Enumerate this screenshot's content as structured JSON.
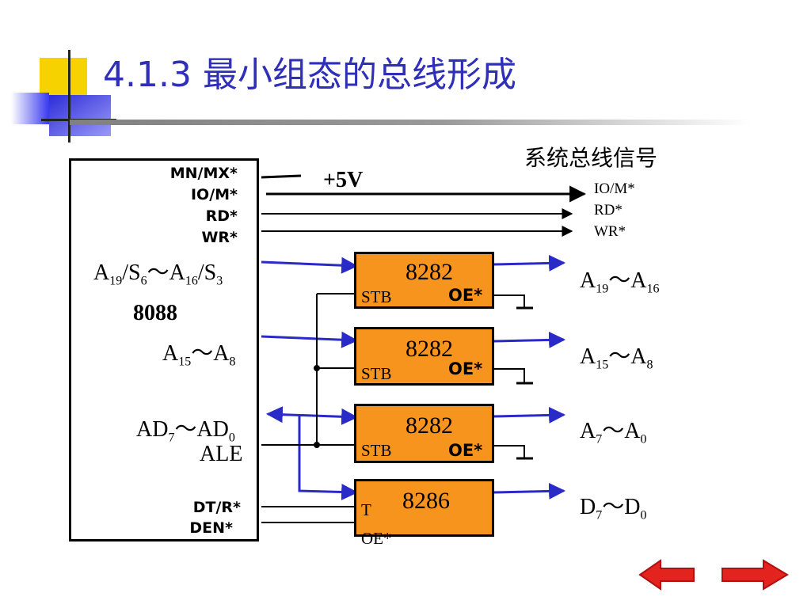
{
  "slide": {
    "title": "4.1.3  最小组态的总线形成",
    "section_label": "系统总线信号"
  },
  "cpu": {
    "name": "8088",
    "pins": {
      "mn_mx": "MN/MX*",
      "io_m": "IO/M*",
      "rd": "RD*",
      "wr": "WR*",
      "ale": "ALE",
      "dt_r": "DT/R*",
      "den": "DEN*"
    }
  },
  "power": {
    "label": "+5V"
  },
  "system_bus": {
    "io_m": "IO/M*",
    "rd": "RD*",
    "wr": "WR*"
  },
  "latches": [
    {
      "chip": "8282",
      "stb": "STB",
      "oe": "OE*"
    },
    {
      "chip": "8282",
      "stb": "STB",
      "oe": "OE*"
    },
    {
      "chip": "8282",
      "stb": "STB",
      "oe": "OE*"
    }
  ],
  "transceiver": {
    "chip": "8286",
    "t": "T",
    "oe": "OE*"
  },
  "colors": {
    "title": "#2f2fb8",
    "chip_fill": "#f7941d",
    "bus_line": "#2a2ac8",
    "nav_arrow": "#e3231e"
  },
  "nav": {
    "icons": [
      "arrow-left-icon",
      "arrow-right-icon"
    ]
  }
}
